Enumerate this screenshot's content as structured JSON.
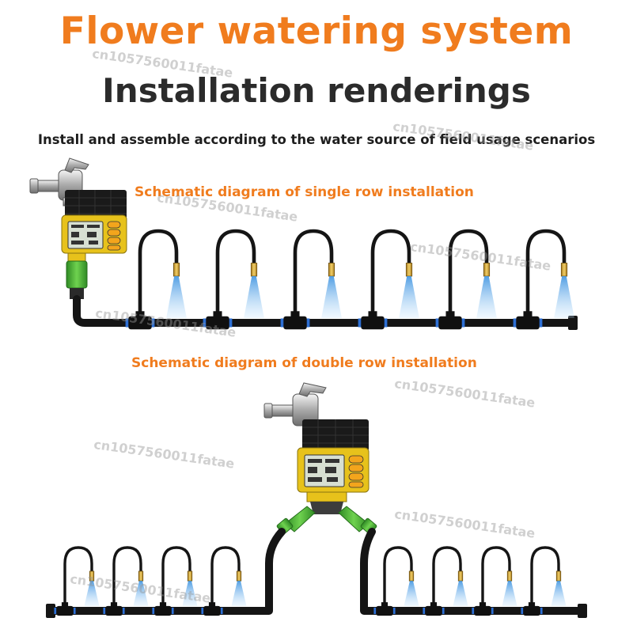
{
  "header": {
    "title": "Flower watering system",
    "subtitle": "Installation renderings",
    "description": "Install and assemble according to the water source of field usage scenarios"
  },
  "diagrams": {
    "single": {
      "caption": "Schematic diagram of single row installation",
      "drippers": 6
    },
    "double": {
      "caption": "Schematic diagram of double row installation",
      "drippers_per_side": 4
    }
  },
  "watermark": "cn1057560011fatae",
  "colors": {
    "accent": "#f07c1e",
    "dark_text": "#2b2b2b",
    "pipe": "#151515",
    "timer_yellow": "#e7c21b",
    "connector_green": "#4fb53a",
    "spray_blue": "#6ab4ee"
  }
}
